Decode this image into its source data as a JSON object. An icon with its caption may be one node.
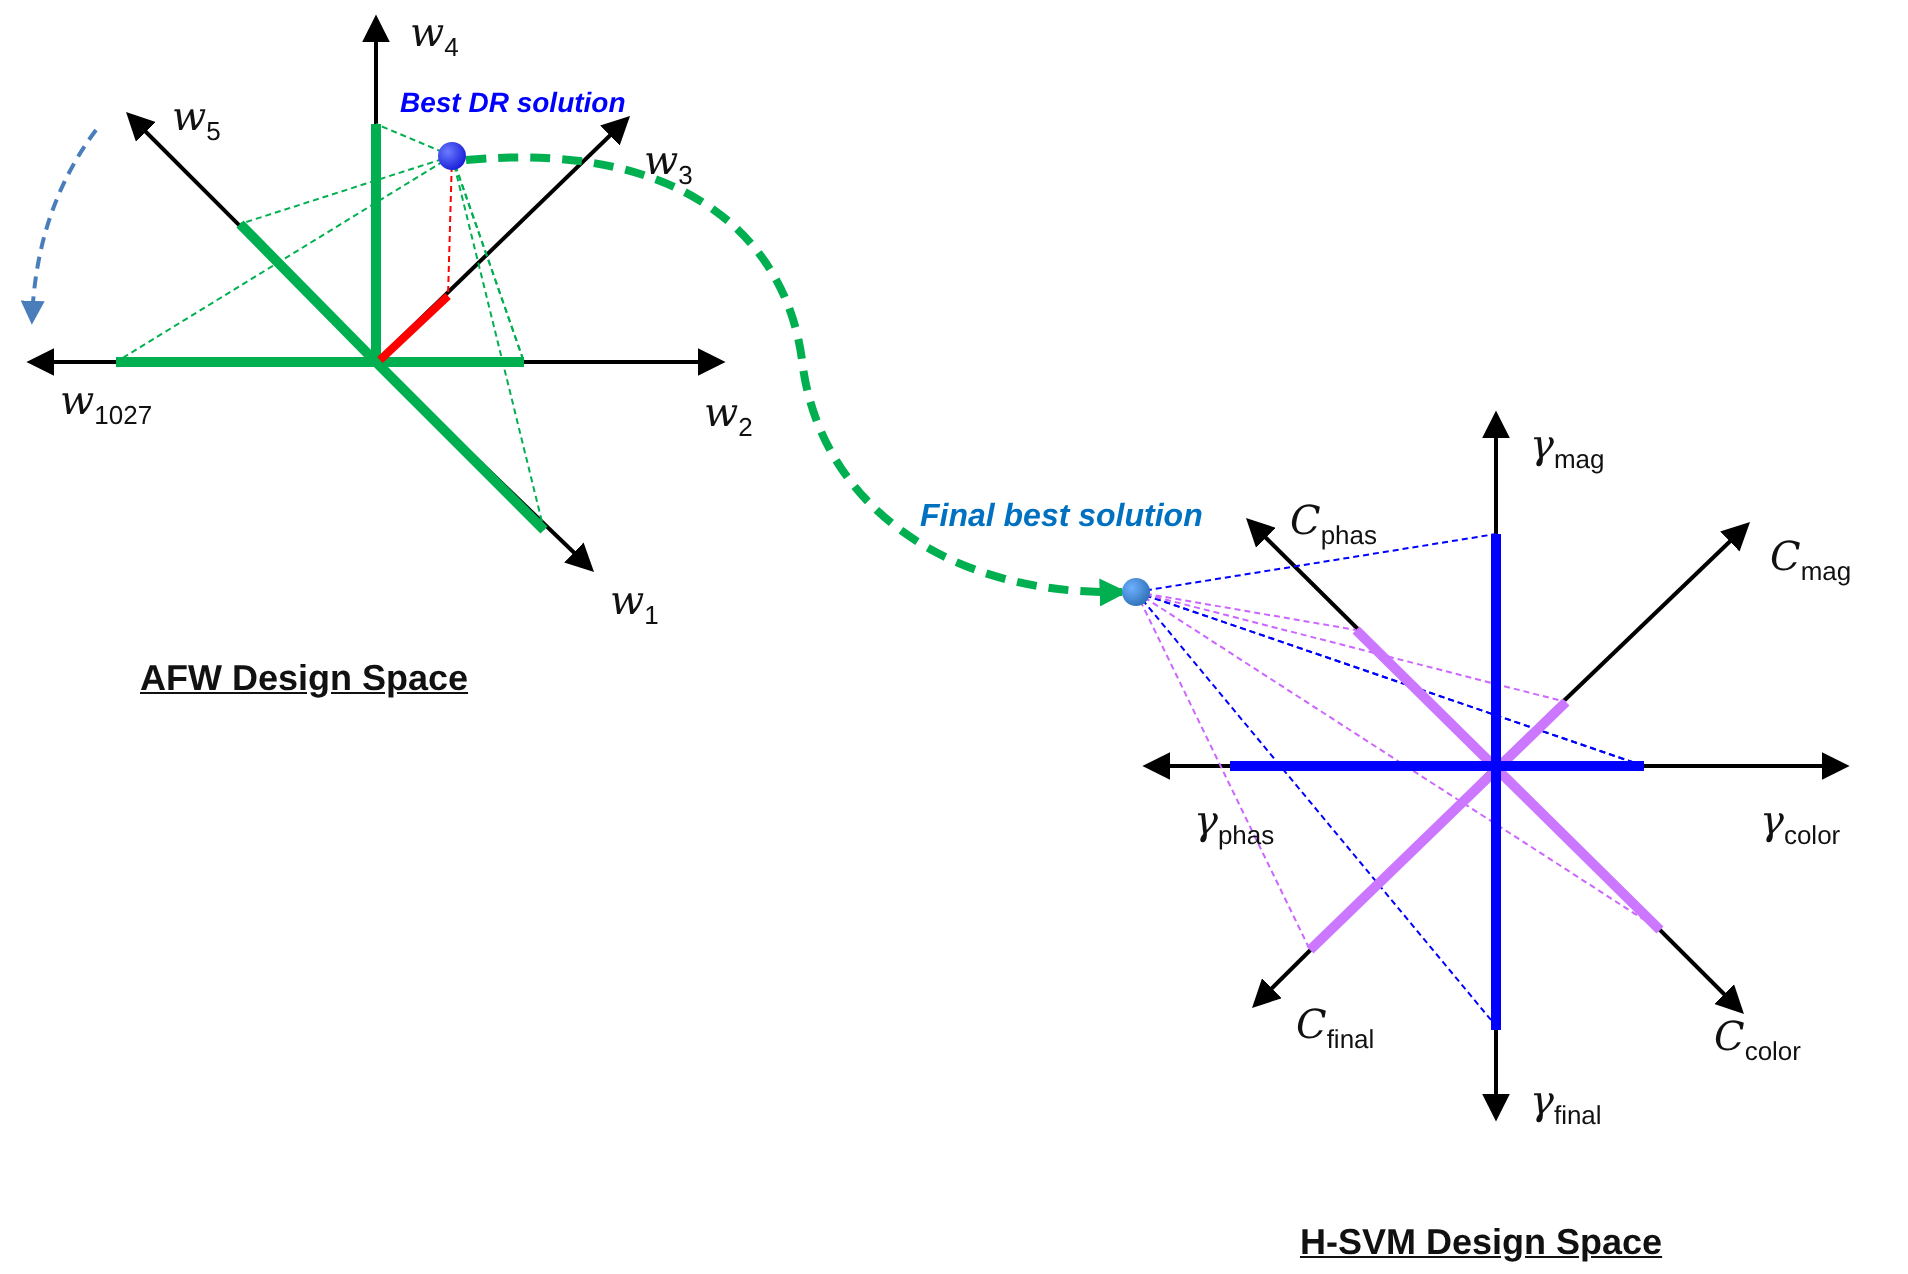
{
  "diagram": {
    "nodes": [
      {
        "text": [],
        "shape": "circle",
        "beside": [
          "Best DR solution"
        ]
      },
      {
        "text": [],
        "shape": "circle",
        "beside": [
          "Final best solution"
        ]
      }
    ],
    "edges": [
      {
        "from": 0,
        "to": 1,
        "arrow": "to",
        "style": "dashed"
      }
    ],
    "labels": [
      "*w*$_{4}$",
      "*w*$_{5}$",
      "*w*$_{3}$",
      "*w*$_{1027}$",
      "*w*$_{2}$",
      "*w*$_{1}$",
      "AFW Design Space",
      "*γ*$_{mag}$",
      "*C*$_{phas}$",
      "*C*$_{mag}$",
      "*γ*$_{phas}$",
      "*γ*$_{color}$",
      "*C*$_{final}$",
      "*C*$_{color}$",
      "*γ*$_{final}$",
      "H-SVM Design Space"
    ]
  }
}
